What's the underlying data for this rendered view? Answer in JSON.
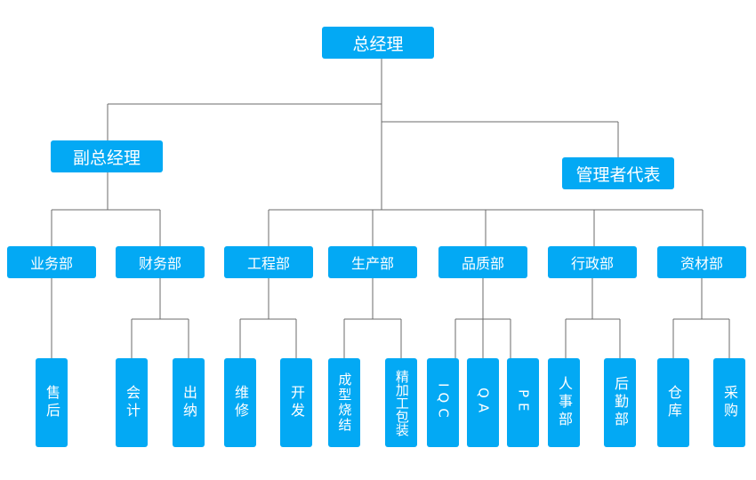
{
  "org": {
    "root": "总经理",
    "deputy": "副总经理",
    "rep": "管理者代表",
    "departments": [
      "业务部",
      "财务部",
      "工程部",
      "生产部",
      "品质部",
      "行政部",
      "资材部"
    ],
    "units": [
      "售后",
      "会计",
      "出纳",
      "维修",
      "开发",
      "成型烧结",
      "精加工包装",
      "IQC",
      "QA",
      "PE",
      "人事部",
      "后勤部",
      "仓库",
      "采购"
    ]
  },
  "colors": {
    "box": "#03a9f4",
    "line": "#6b6b6b",
    "text": "#ffffff"
  }
}
